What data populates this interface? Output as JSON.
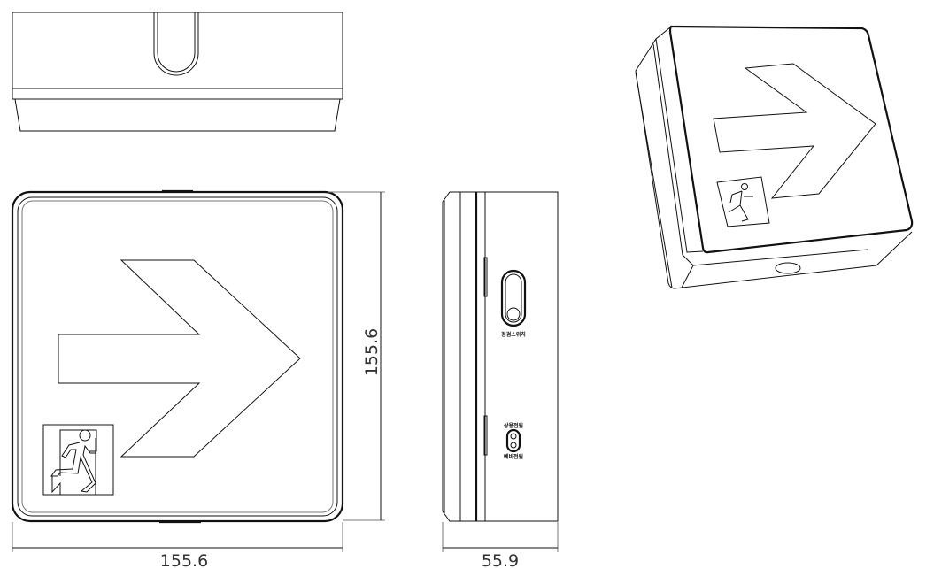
{
  "dimensions": {
    "front_width": "155.6",
    "front_height": "155.6",
    "side_depth": "55.9"
  },
  "side_labels": {
    "switch": "점검스위치",
    "main_power": "상용전원",
    "backup_power": "예비전원"
  },
  "sign": {
    "arrow_direction": "right",
    "pictogram": "running-man-exit-icon"
  },
  "colors": {
    "line": "#111111",
    "background": "#ffffff"
  }
}
